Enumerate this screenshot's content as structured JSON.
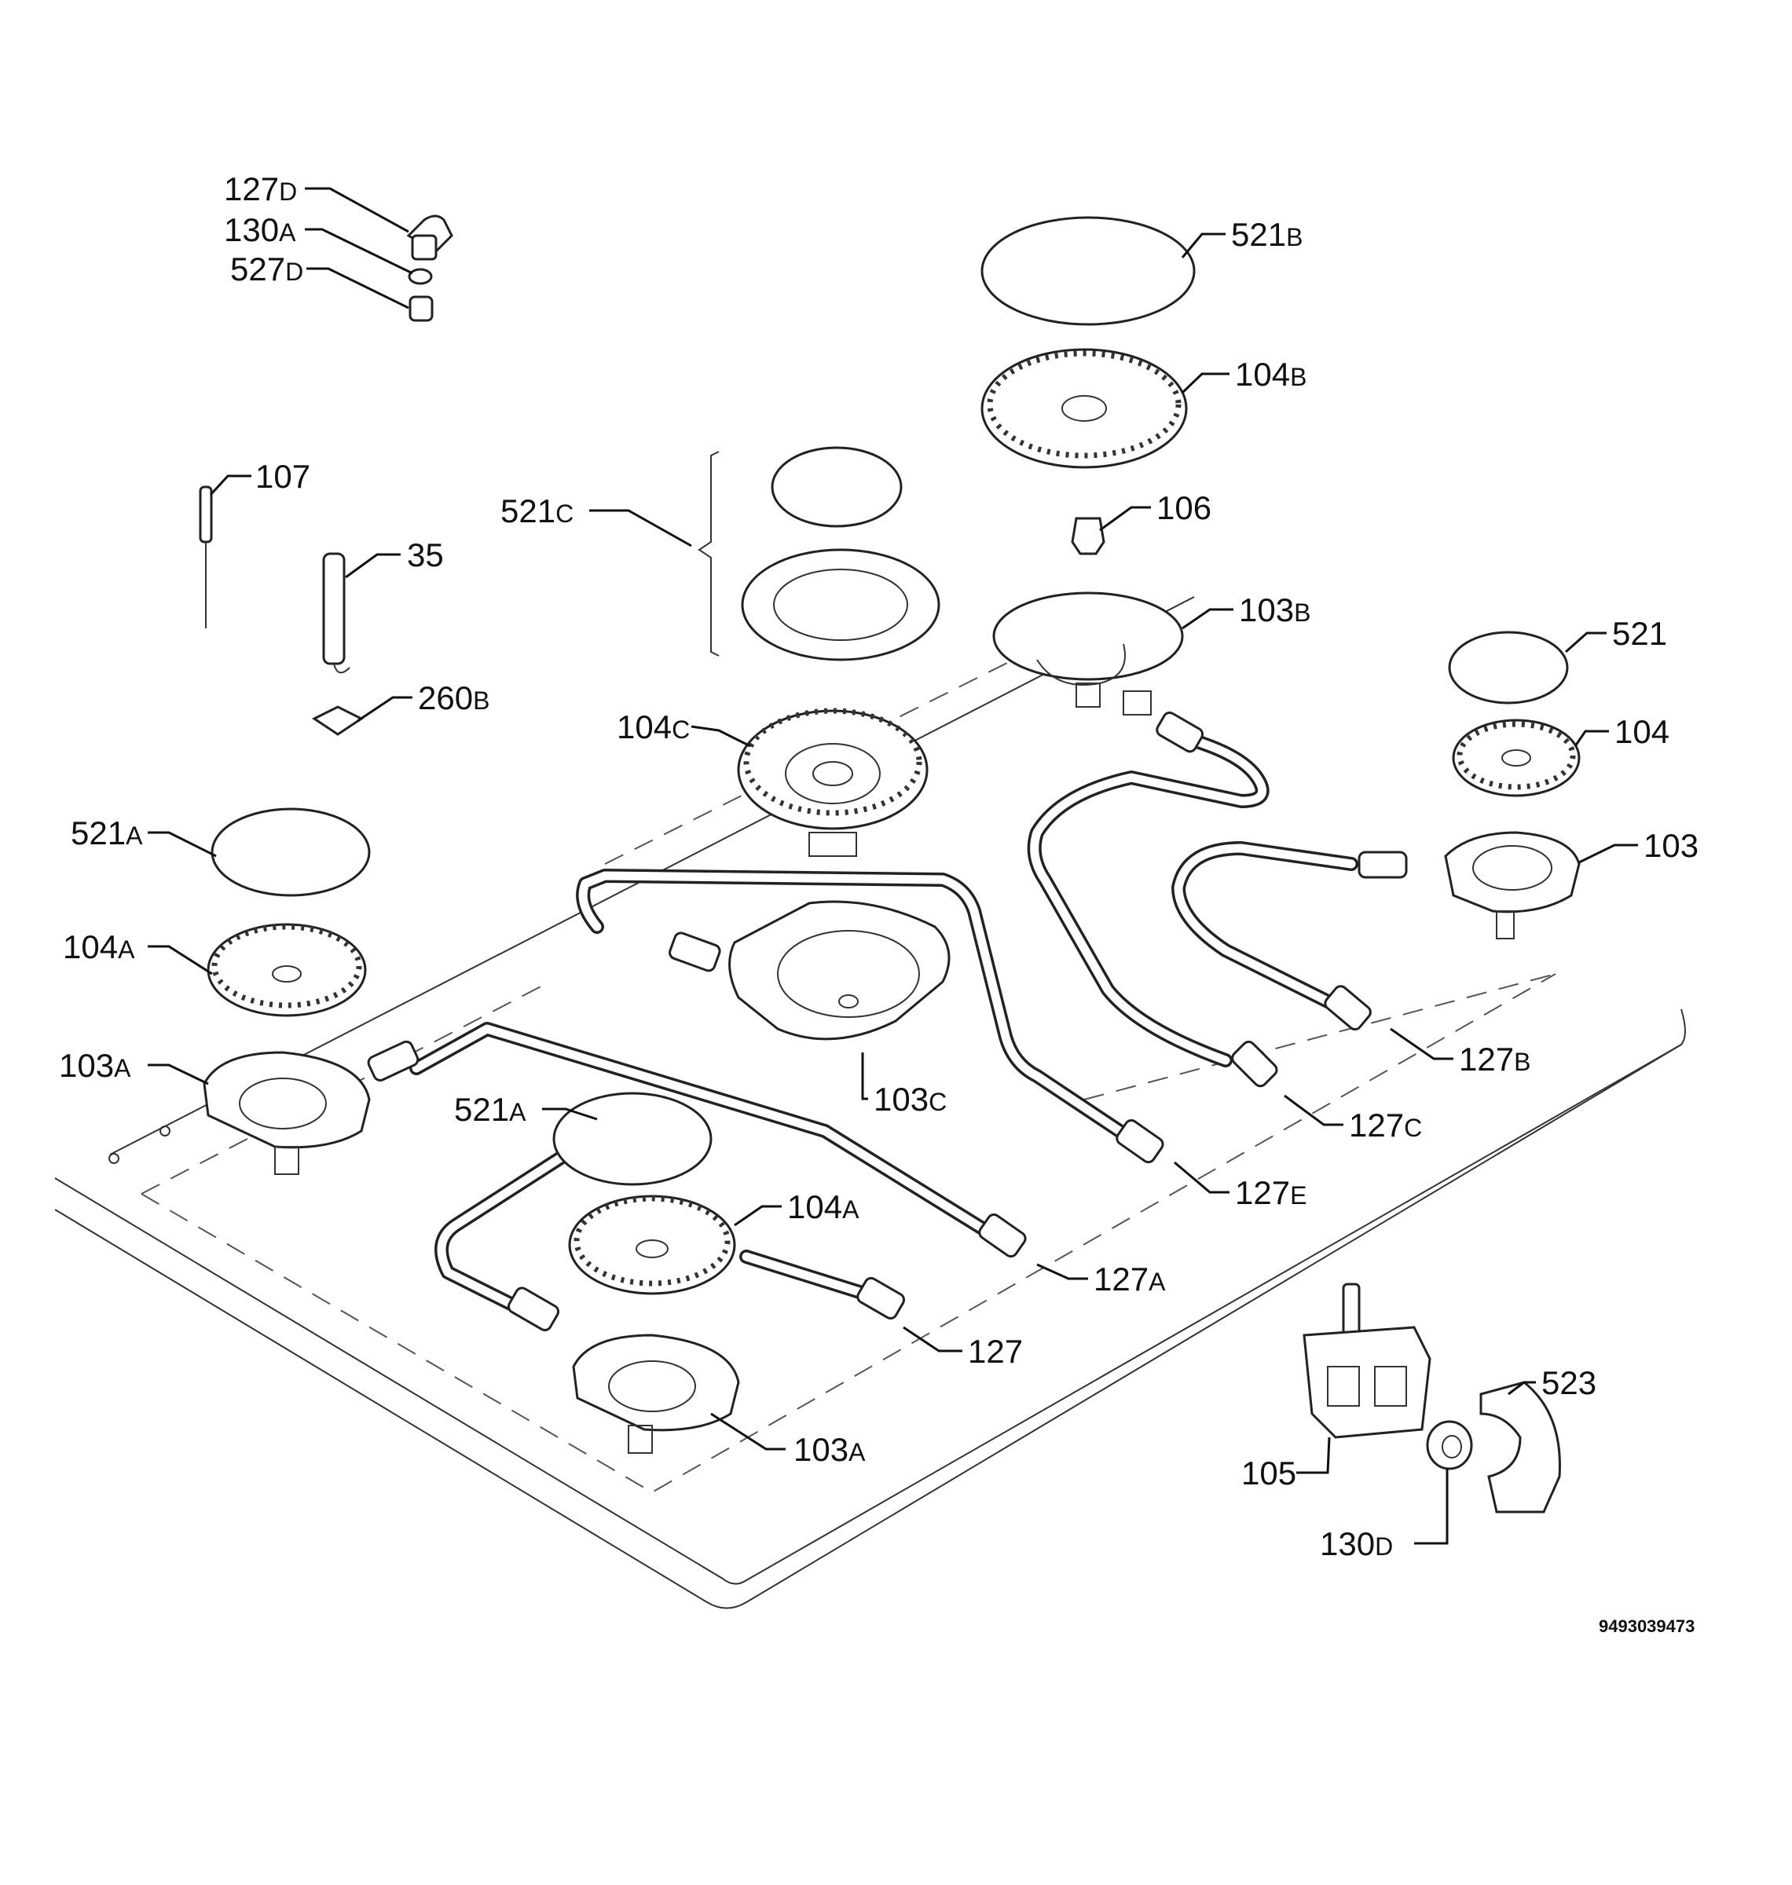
{
  "diagram": {
    "reference_number": "9493039473",
    "callouts": [
      {
        "id": "127D",
        "num": "127",
        "suffix": "D"
      },
      {
        "id": "130A",
        "num": "130",
        "suffix": "A"
      },
      {
        "id": "527D",
        "num": "527",
        "suffix": "D"
      },
      {
        "id": "107",
        "num": "107",
        "suffix": ""
      },
      {
        "id": "35",
        "num": "35",
        "suffix": ""
      },
      {
        "id": "260B",
        "num": "260",
        "suffix": "B"
      },
      {
        "id": "521C",
        "num": "521",
        "suffix": "C"
      },
      {
        "id": "104C",
        "num": "104",
        "suffix": "C"
      },
      {
        "id": "521B",
        "num": "521",
        "suffix": "B"
      },
      {
        "id": "104B",
        "num": "104",
        "suffix": "B"
      },
      {
        "id": "106",
        "num": "106",
        "suffix": ""
      },
      {
        "id": "103B",
        "num": "103",
        "suffix": "B"
      },
      {
        "id": "521",
        "num": "521",
        "suffix": ""
      },
      {
        "id": "104",
        "num": "104",
        "suffix": ""
      },
      {
        "id": "103",
        "num": "103",
        "suffix": ""
      },
      {
        "id": "521A-left",
        "num": "521",
        "suffix": "A"
      },
      {
        "id": "104A-left",
        "num": "104",
        "suffix": "A"
      },
      {
        "id": "103A-left",
        "num": "103",
        "suffix": "A"
      },
      {
        "id": "103C",
        "num": "103",
        "suffix": "C"
      },
      {
        "id": "127B",
        "num": "127",
        "suffix": "B"
      },
      {
        "id": "127C",
        "num": "127",
        "suffix": "C"
      },
      {
        "id": "127E",
        "num": "127",
        "suffix": "E"
      },
      {
        "id": "521A-front",
        "num": "521",
        "suffix": "A"
      },
      {
        "id": "104A-front",
        "num": "104",
        "suffix": "A"
      },
      {
        "id": "127A",
        "num": "127",
        "suffix": "A"
      },
      {
        "id": "127",
        "num": "127",
        "suffix": ""
      },
      {
        "id": "103A-front",
        "num": "103",
        "suffix": "A"
      },
      {
        "id": "105",
        "num": "105",
        "suffix": ""
      },
      {
        "id": "523",
        "num": "523",
        "suffix": ""
      },
      {
        "id": "130D",
        "num": "130",
        "suffix": "D"
      }
    ]
  }
}
